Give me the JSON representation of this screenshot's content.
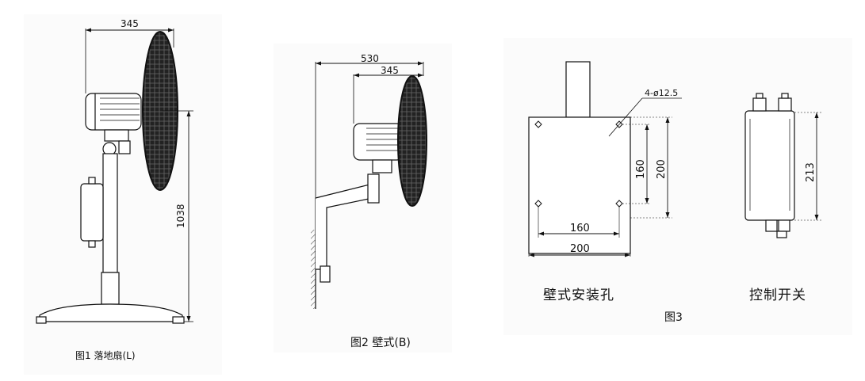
{
  "fig1": {
    "caption": "图1 落地扇(L)",
    "dim_width": "345",
    "dim_height": "1038"
  },
  "fig2": {
    "caption": "图2 壁式(B)",
    "dim_total": "530",
    "dim_fan": "345"
  },
  "fig3": {
    "caption": "图3",
    "left_label": "壁式安装孔",
    "right_label": "控制开关",
    "hole_note": "4-ø12.5",
    "dim_inner_h": "160",
    "dim_outer_h": "200",
    "dim_inner_w": "160",
    "dim_outer_w": "200",
    "dim_switch_h": "213"
  }
}
